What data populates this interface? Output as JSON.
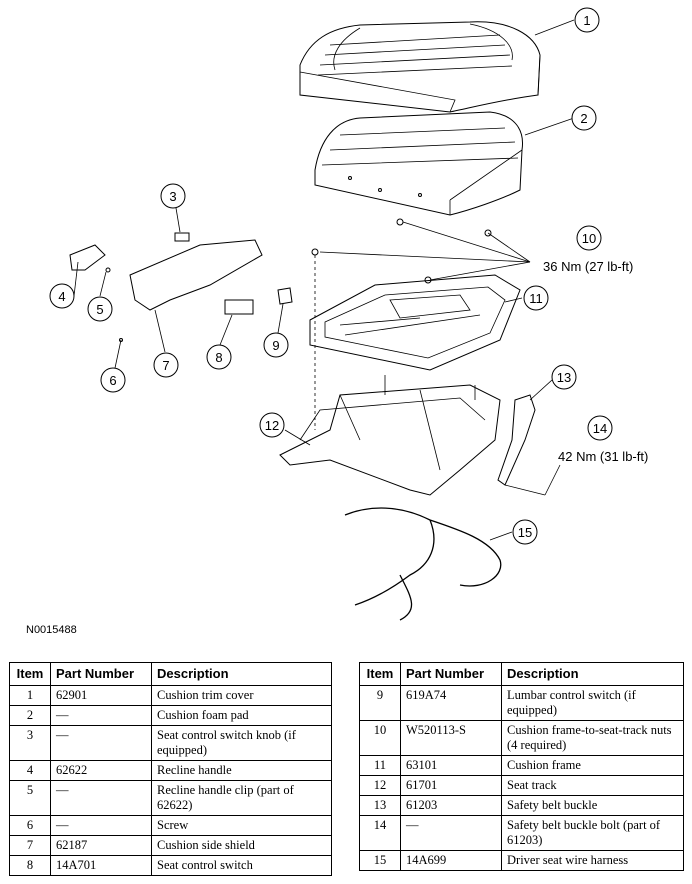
{
  "figure_id": "N0015488",
  "callouts": [
    "1",
    "2",
    "3",
    "4",
    "5",
    "6",
    "7",
    "8",
    "9",
    "10",
    "11",
    "12",
    "13",
    "14",
    "15"
  ],
  "torque": {
    "cushion_nuts": "36 Nm (27 lb-ft)",
    "belt_bolt": "42 Nm (31 lb-ft)"
  },
  "table": {
    "headers": {
      "item": "Item",
      "part_number": "Part Number",
      "description": "Description"
    },
    "rows": [
      {
        "item": "1",
        "part_number": "62901",
        "description": "Cushion trim cover"
      },
      {
        "item": "2",
        "part_number": "—",
        "description": "Cushion foam pad"
      },
      {
        "item": "3",
        "part_number": "—",
        "description": "Seat control switch knob (if equipped)"
      },
      {
        "item": "4",
        "part_number": "62622",
        "description": "Recline handle"
      },
      {
        "item": "5",
        "part_number": "—",
        "description": "Recline handle clip (part of 62622)"
      },
      {
        "item": "6",
        "part_number": "—",
        "description": "Screw"
      },
      {
        "item": "7",
        "part_number": "62187",
        "description": "Cushion side shield"
      },
      {
        "item": "8",
        "part_number": "14A701",
        "description": "Seat control switch"
      },
      {
        "item": "9",
        "part_number": "619A74",
        "description": "Lumbar control switch (if equipped)"
      },
      {
        "item": "10",
        "part_number": "W520113-S",
        "description": "Cushion frame-to-seat-track nuts (4 required)"
      },
      {
        "item": "11",
        "part_number": "63101",
        "description": "Cushion frame"
      },
      {
        "item": "12",
        "part_number": "61701",
        "description": "Seat track"
      },
      {
        "item": "13",
        "part_number": "61203",
        "description": "Safety belt buckle"
      },
      {
        "item": "14",
        "part_number": "—",
        "description": "Safety belt buckle bolt (part of 61203)"
      },
      {
        "item": "15",
        "part_number": "14A699",
        "description": "Driver seat wire harness"
      }
    ]
  }
}
